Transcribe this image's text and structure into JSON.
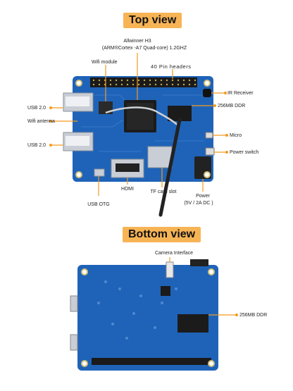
{
  "top": {
    "title": "Top view",
    "labels": {
      "allwinner_1": "Allwinner H3",
      "allwinner_2": "(ARM®Cortex -A7 Quad-core) 1.2GHZ",
      "wifi_module": "Wifi module",
      "pin_headers": "40 Pin headers",
      "ir_receiver": "IR Receiver",
      "ddr": "256MB DDR",
      "usb_top": "USB 2.0",
      "wifi_antenna": "Wifi antenna",
      "usb_bottom": "USB 2.0",
      "micro": "Micro",
      "power_switch": "Power switch",
      "hdmi": "HDMI",
      "tf_card": "TF card slot",
      "power_1": "Power",
      "power_2": "(5V / 2A DC )",
      "usb_otg": "USB OTG"
    }
  },
  "bottom": {
    "title": "Bottom view",
    "labels": {
      "camera": "Camera Interface",
      "ddr": "256MB DDR"
    }
  },
  "colors": {
    "heading_bg": "#f7b455",
    "board_blue": "#1f63b8",
    "pointer_orange": "#f39a1e"
  }
}
